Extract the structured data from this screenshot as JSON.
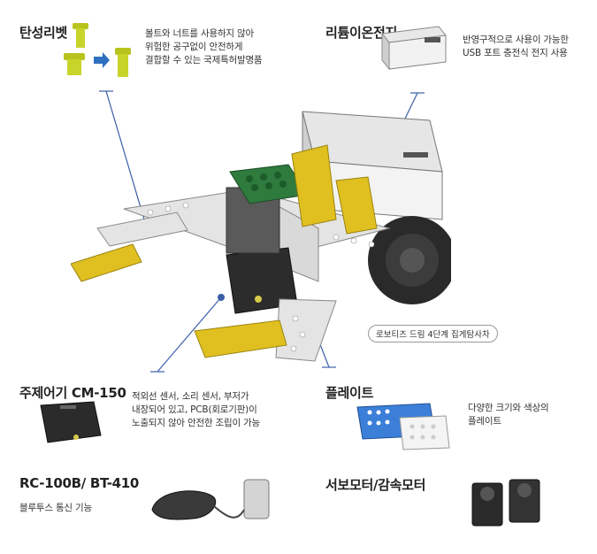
{
  "parts": {
    "rivet": {
      "title": "탄성리벳",
      "desc": "볼트와 너트를 사용하지 않아\n위험한 공구없이 안전하게\n결합할 수 있는 국제특허발명품"
    },
    "battery": {
      "title": "리튬이온전지",
      "desc": "반영구적으로 사용이 가능한\nUSB 포트 충전식 전지 사용"
    },
    "controller": {
      "title": "주제어기 CM-150",
      "desc": "적외선 센서, 소리 센서, 부저가\n내장되어 있고, PCB(회로기판)이\n노출되지 않아 안전한 조립이 가능"
    },
    "plate": {
      "title": "플레이트",
      "desc": "다양한 크기와 색상의\n플레이트"
    },
    "remote": {
      "title": "RC-100B/ BT-410",
      "desc": "블루투스 통신 기능"
    },
    "servo": {
      "title": "서보모터/감속모터",
      "desc": ""
    }
  },
  "robot_caption": "로보티즈 드림 4단계 집게탐사차",
  "colors": {
    "leader": "#3a5fa8",
    "rivet_yellow": "#c9d42a",
    "arrow_blue": "#2e6fc0",
    "plate_blue": "#3b7fd9",
    "board_green": "#2f7a3d",
    "bracket_yellow": "#e0c020"
  }
}
